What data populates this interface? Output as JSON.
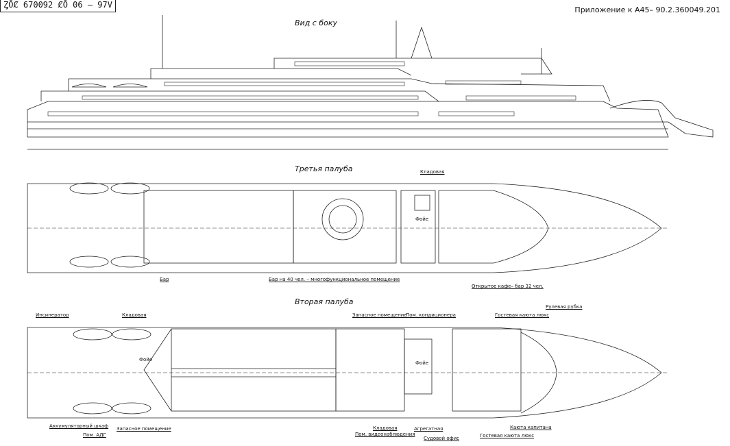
{
  "stamp": "ȤȬȻ 670092 ȻȬ 06 – 97V",
  "sheet_ref": "Приложение к А45– 90.2.360049.201",
  "views": {
    "side": "Вид с боку",
    "deck3": "Третья палуба",
    "deck2": "Вторая палуба"
  },
  "deck3_labels": {
    "storage": "Кладовая",
    "foyer": "Фойе",
    "bar": "Бар",
    "bar40": "Бар на 40 чел. – многофункциональное помещение",
    "cafe": "Открытое кафе– бар 32 чел."
  },
  "deck2_labels": {
    "incinerator": "Инсинератор",
    "storage_left": "Кладовая",
    "foyer_left": "Фойе",
    "spare_room_top": "Запасное помещение",
    "ac_room": "Пом. кондиционера",
    "foyer_right": "Фойе",
    "guest_cabin_top": "Гостевая каюта люкс",
    "wheelhouse": "Рулевая рубка",
    "battery": "Аккумуляторный шкаф",
    "adg": "Пом. АДГ",
    "spare_room_bottom": "Запасное помещение",
    "storage_bottom": "Кладовая",
    "cctv": "Пом. видеонаблюдения",
    "aggregate": "Агрегатная",
    "ship_office": "Судовой офис",
    "guest_cabin_bottom": "Гостевая каюта люкс",
    "captain_cabin": "Каюта капитана"
  }
}
